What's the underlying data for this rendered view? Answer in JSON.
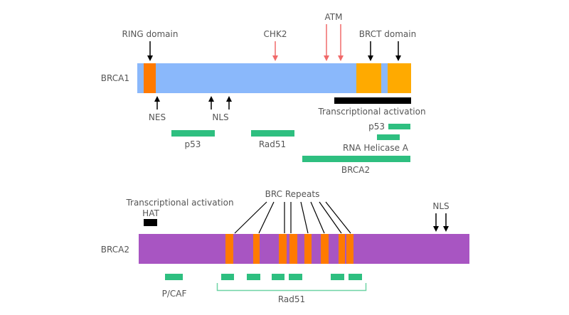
{
  "colors": {
    "brca1_bar": "#8ab8fb",
    "brca2_bar": "#a855c2",
    "ring": "#ff7a00",
    "brct": "#ffaa00",
    "brc_repeat": "#ff7a00",
    "binding": "#2ebf80",
    "activation": "#000000",
    "kinase_arrow": "#f06a6a",
    "arrow": "#000000",
    "text": "#555555"
  },
  "brca1": {
    "label": "BRCA1",
    "annotations_top": {
      "ring": "RING domain",
      "chk2": "CHK2",
      "atm": "ATM",
      "brct": "BRCT domain"
    },
    "annotations_bottom": {
      "nes": "NES",
      "nls": "NLS",
      "transcriptional_activation": "Transcriptional activation"
    },
    "binding_partners": {
      "p53_left": "p53",
      "rad51": "Rad51",
      "p53_right": "p53",
      "rna_helicase": "RNA Helicase A",
      "brca2": "BRCA2"
    }
  },
  "brca2": {
    "label": "BRCA2",
    "annotations": {
      "transcriptional_activation": "Transcriptional activation",
      "hat": "HAT",
      "brc_repeats": "BRC Repeats",
      "nls": "NLS"
    },
    "binding_partners": {
      "pcaf": "P/CAF",
      "rad51": "Rad51"
    },
    "brc_repeat_count": 8,
    "rad51_binding_site_count": 6
  }
}
